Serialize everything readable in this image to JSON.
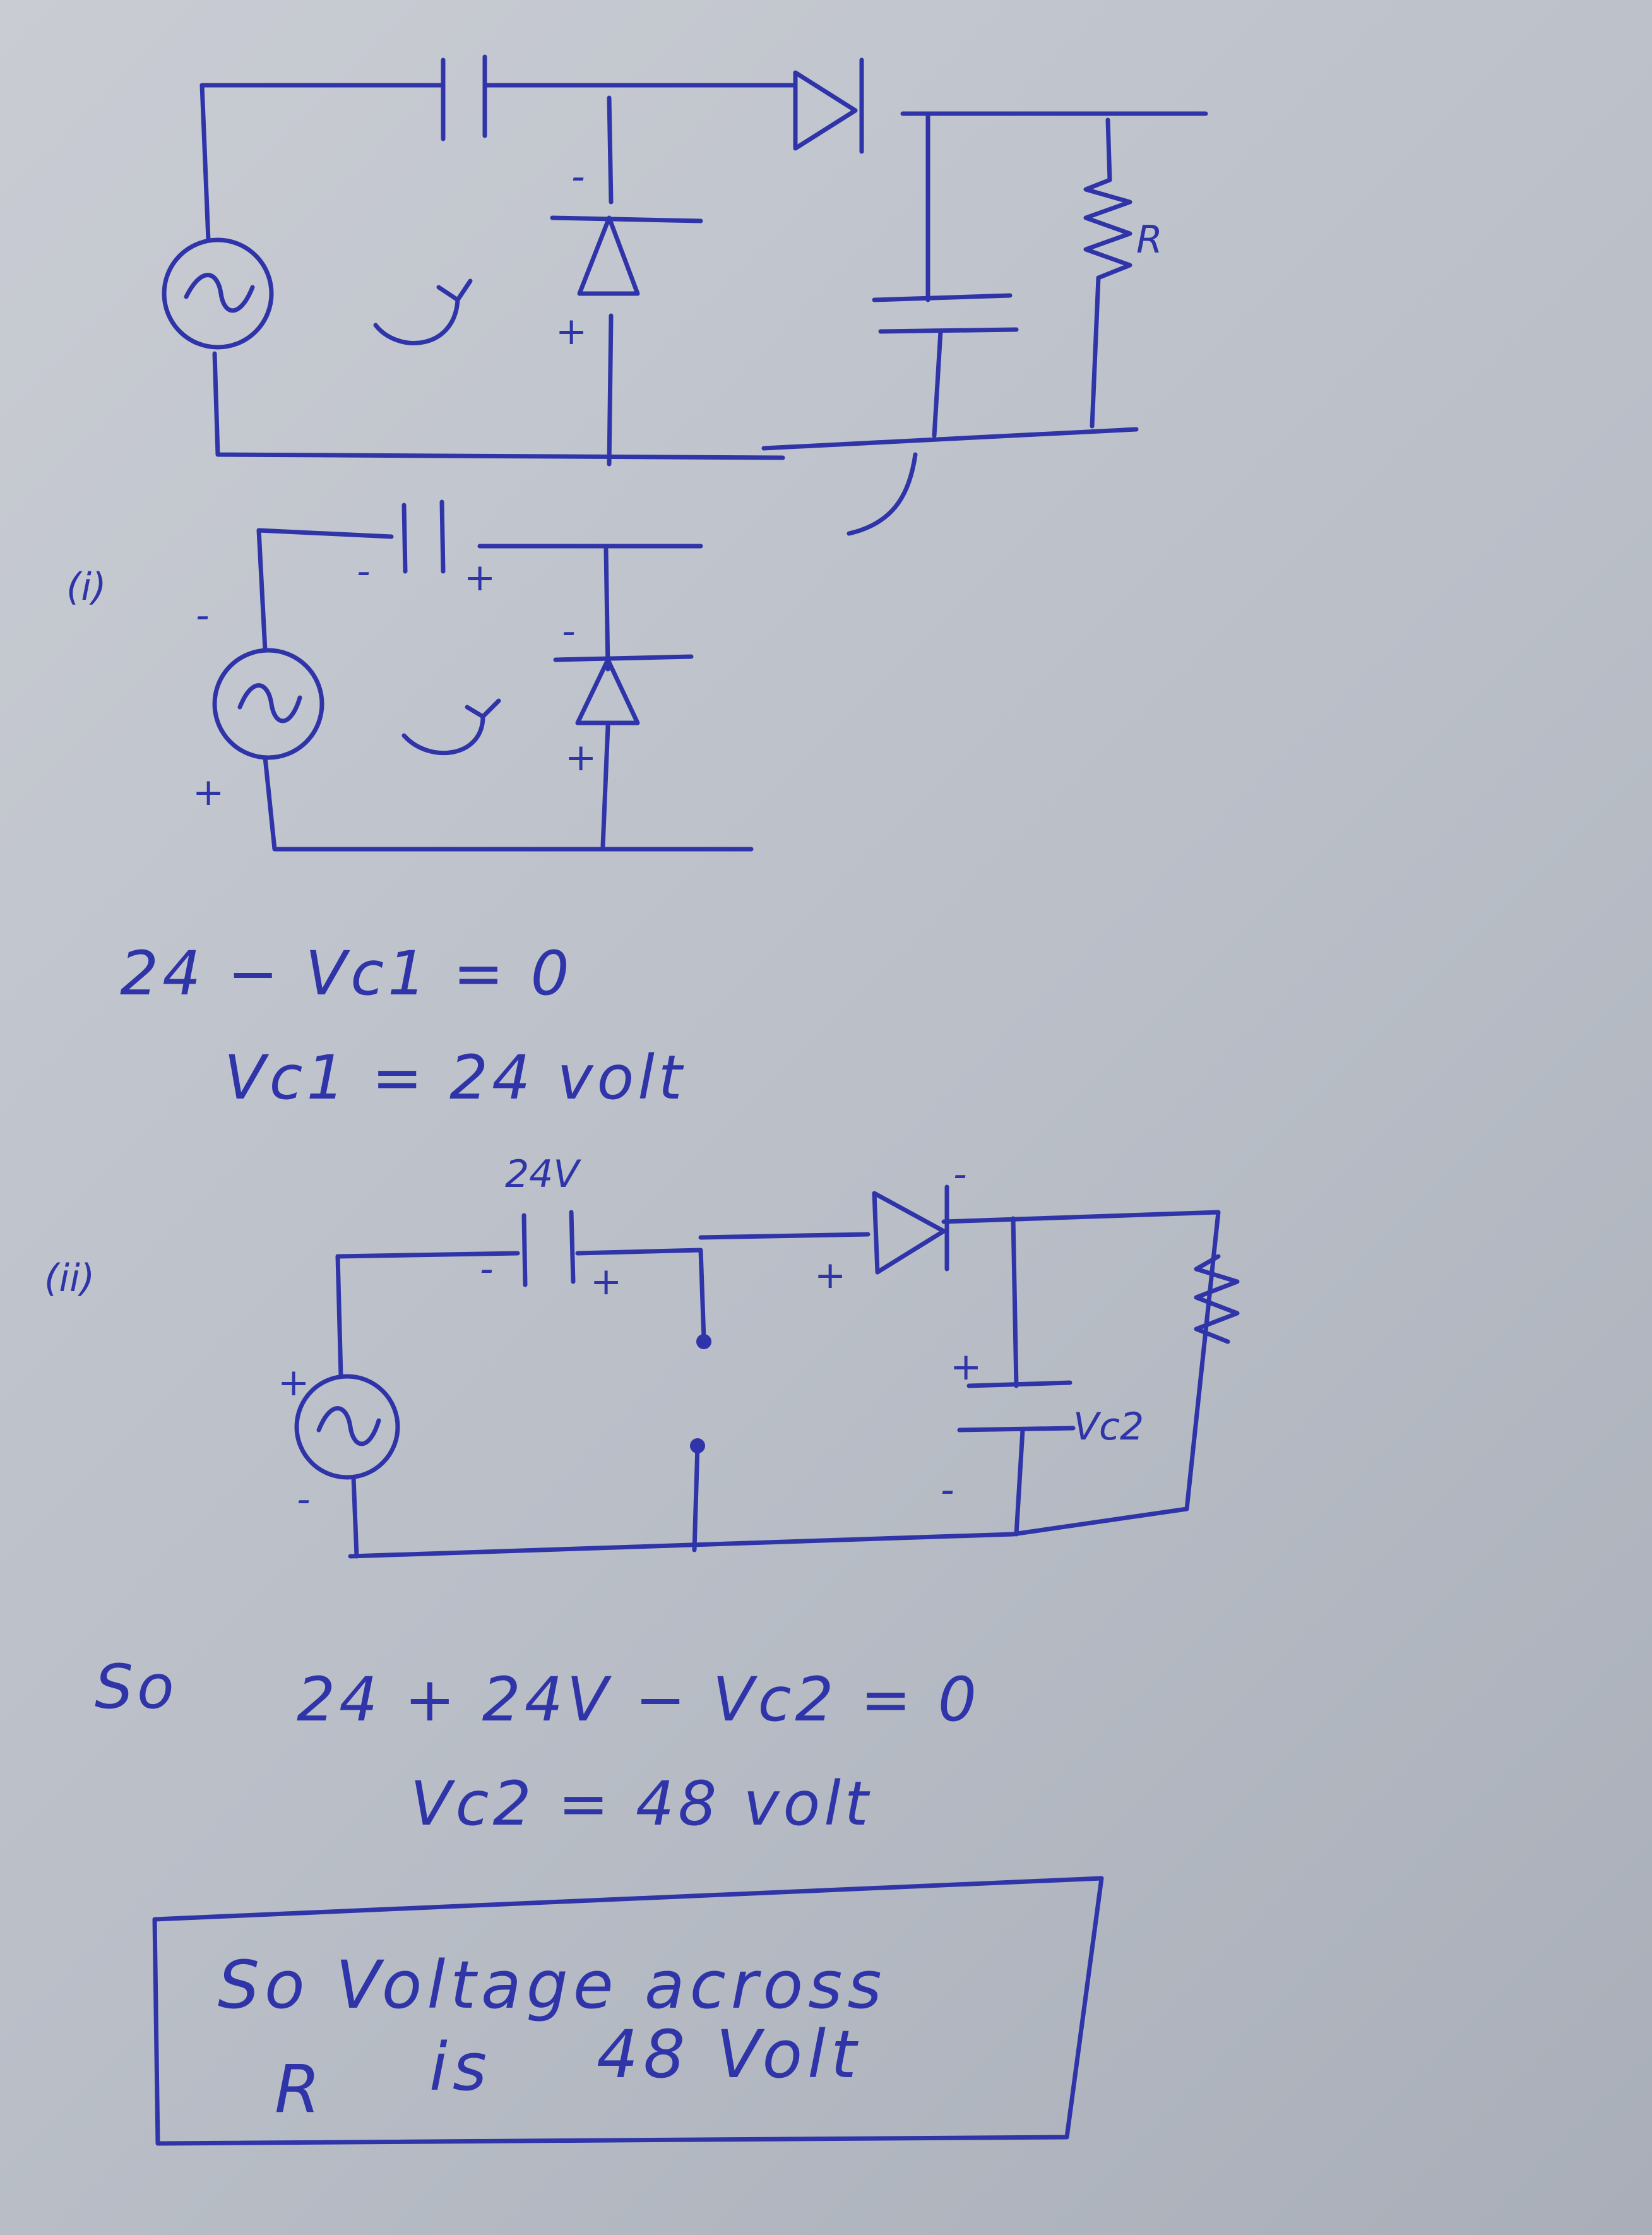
{
  "labels": {
    "r_label": "R",
    "part_i": "(i)",
    "part_ii": "(ii)",
    "plus": "+",
    "minus": "-",
    "cap_24v": "24V",
    "vc2_label": "Vc2"
  },
  "equations": {
    "eq1_line1": "24 − Vc1 = 0",
    "eq1_line2": "Vc1 = 24 volt",
    "so_word": "So",
    "eq2_line1": "24 + 24V − Vc2 = 0",
    "eq2_line2": "Vc2 = 48 volt"
  },
  "answer": {
    "line1": "So Voltage across",
    "line2_r": "R",
    "line2_is": "is",
    "line2_val": "48 Volt"
  }
}
